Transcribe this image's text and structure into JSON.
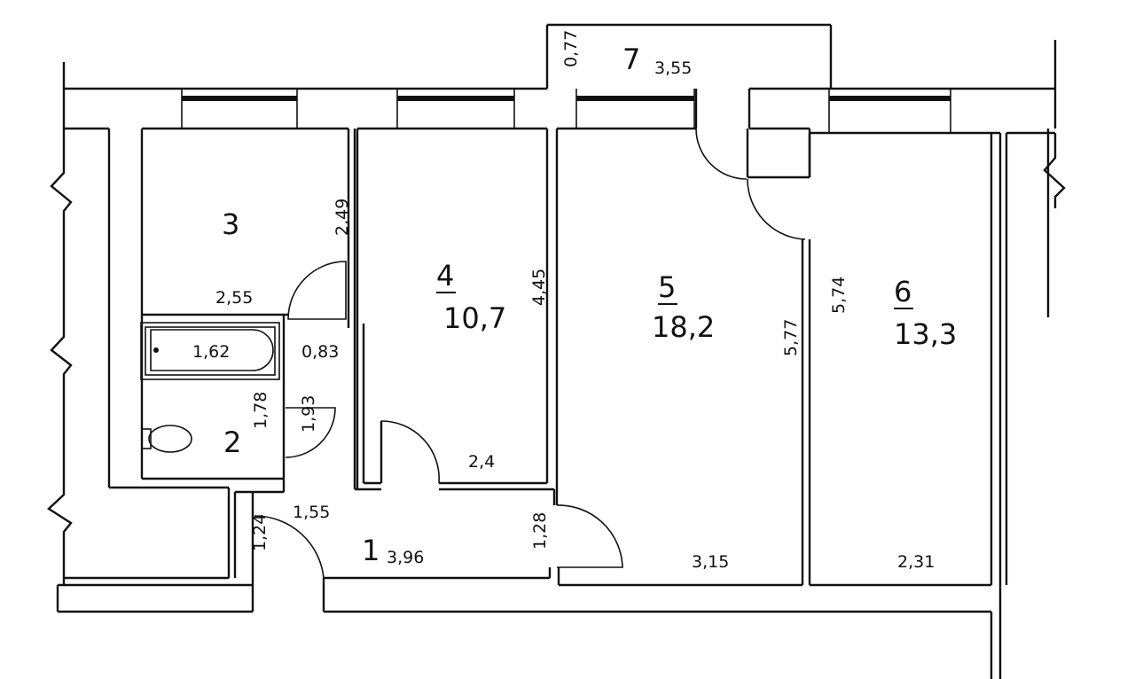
{
  "rooms": [
    {
      "id": "1",
      "number": "1",
      "area": "3,96"
    },
    {
      "id": "2",
      "number": "2"
    },
    {
      "id": "3",
      "number": "3"
    },
    {
      "id": "4",
      "number": "4",
      "area": "10,7"
    },
    {
      "id": "5",
      "number": "5",
      "area": "18,2"
    },
    {
      "id": "6",
      "number": "6",
      "area": "13,3"
    },
    {
      "id": "7",
      "number": "7",
      "area": "3,55"
    }
  ],
  "dimensions": {
    "d_077": "0,77",
    "d_249": "2,49",
    "d_255": "2,55",
    "d_162": "1,62",
    "d_083": "0,83",
    "d_178": "1,78",
    "d_193": "1,93",
    "d_445": "4,45",
    "d_24": "2,4",
    "d_155": "1,55",
    "d_124": "1,24",
    "d_128": "1,28",
    "d_577": "5,77",
    "d_574": "5,74",
    "d_315": "3,15",
    "d_231": "2,31"
  }
}
